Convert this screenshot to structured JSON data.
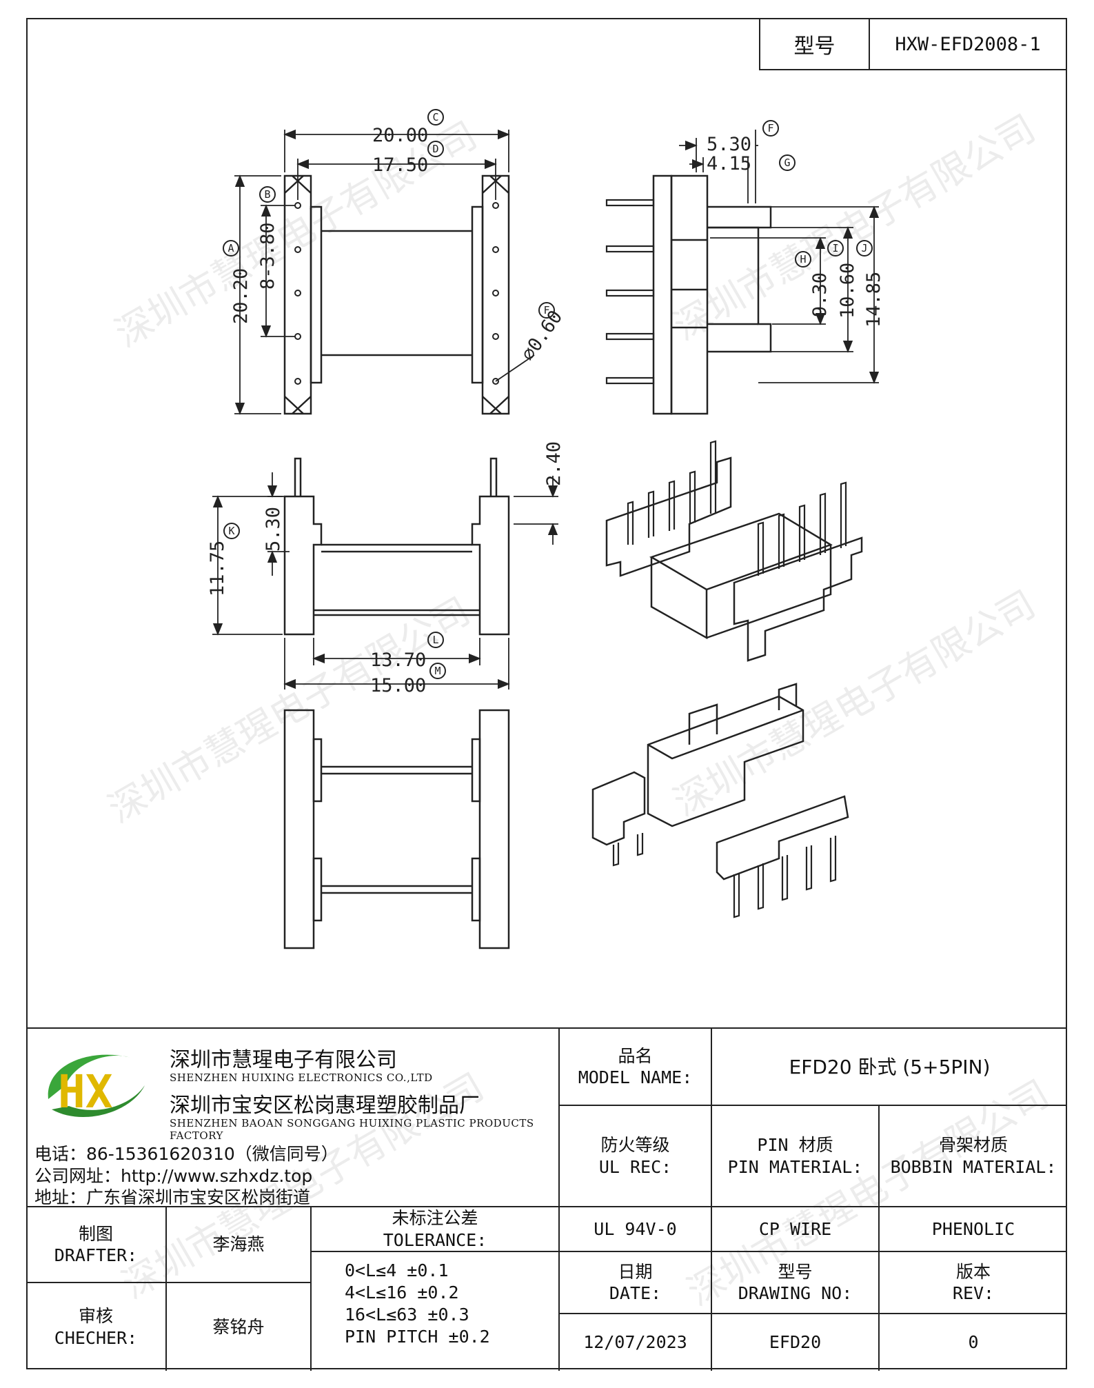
{
  "header": {
    "model_label": "型号",
    "model_value": "HXW-EFD2008-1"
  },
  "drawing": {
    "top_view": {
      "dim_c": "20.00",
      "dim_d": "17.50",
      "dim_a": "20.20",
      "dim_b": "8-3.80",
      "dim_f": "⌀0.60",
      "tag_c": "C",
      "tag_d": "D",
      "tag_a": "A",
      "tag_b": "B",
      "tag_f": "F"
    },
    "side_view": {
      "dim_f": "5.30",
      "dim_g": "4.15",
      "dim_h": "9.30",
      "dim_i": "10.60",
      "dim_j": "14.85",
      "tag_f": "F",
      "tag_g": "G",
      "tag_h": "H",
      "tag_i": "I",
      "tag_j": "J"
    },
    "front_view": {
      "dim_pin": "2.40",
      "dim_k": "11.75",
      "dim_step": "5.30",
      "dim_l": "13.70",
      "dim_m": "15.00",
      "tag_k": "K",
      "tag_l": "L",
      "tag_m": "M"
    }
  },
  "watermark": "深圳市慧瑆电子有限公司",
  "company": {
    "name_cn": "深圳市慧瑆电子有限公司",
    "name_en": "SHENZHEN HUIXING ELECTRONICS CO.,LTD",
    "factory_cn": "深圳市宝安区松岗惠瑆塑胶制品厂",
    "factory_en": "SHENZHEN BAOAN SONGGANG HUIXING PLASTIC PRODUCTS FACTORY",
    "phone": "电话：86-15361620310（微信同号）",
    "website": "公司网址：http://www.szhxdz.top",
    "address": "地址：广东省深圳市宝安区松岗街道",
    "logo_text": "HX"
  },
  "title_block": {
    "model_name_label_cn": "品名",
    "model_name_label_en": "MODEL NAME:",
    "model_name_value": "EFD20 卧式 (5+5PIN)",
    "ul_label_cn": "防火等级",
    "ul_label_en": "UL REC:",
    "pin_label_cn": "PIN 材质",
    "pin_label_en": "PIN MATERIAL:",
    "bobbin_label_cn": "骨架材质",
    "bobbin_label_en": "BOBBIN MATERIAL:",
    "ul_value": "UL 94V-0",
    "pin_value": "CP WIRE",
    "bobbin_value": "PHENOLIC",
    "drafter_label_cn": "制图",
    "drafter_label_en": "DRAFTER:",
    "drafter_value": "李海燕",
    "checker_label_cn": "审核",
    "checker_label_en": "CHECHER:",
    "checker_value": "蔡铭舟",
    "tolerance_label_cn": "未标注公差",
    "tolerance_label_en": "TOLERANCE:",
    "tolerance_rows": [
      "0<L≤4  ±0.1",
      "4<L≤16 ±0.2",
      "16<L≤63 ±0.3",
      "PIN PITCH ±0.2"
    ],
    "date_label_cn": "日期",
    "date_label_en": "DATE:",
    "date_value": "12/07/2023",
    "drawing_no_label_cn": "型号",
    "drawing_no_label_en": "DRAWING NO:",
    "drawing_no_value": "EFD20",
    "rev_label_cn": "版本",
    "rev_label_en": "REV:",
    "rev_value": "0"
  }
}
